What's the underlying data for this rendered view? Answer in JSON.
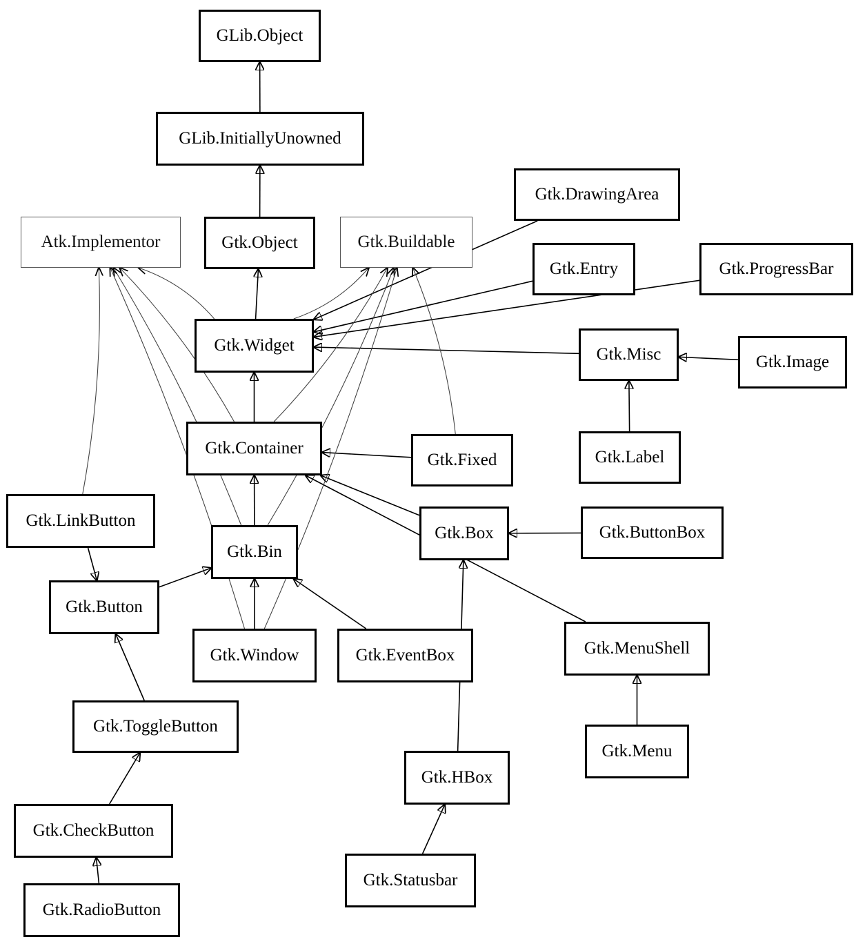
{
  "nodes": {
    "glib_object": "GLib.Object",
    "glib_initially_unowned": "GLib.InitiallyUnowned",
    "atk_implementor": "Atk.Implementor",
    "gtk_object": "Gtk.Object",
    "gtk_buildable": "Gtk.Buildable",
    "gtk_drawing_area": "Gtk.DrawingArea",
    "gtk_entry": "Gtk.Entry",
    "gtk_progress_bar": "Gtk.ProgressBar",
    "gtk_widget": "Gtk.Widget",
    "gtk_misc": "Gtk.Misc",
    "gtk_image": "Gtk.Image",
    "gtk_container": "Gtk.Container",
    "gtk_fixed": "Gtk.Fixed",
    "gtk_label": "Gtk.Label",
    "gtk_link_button": "Gtk.LinkButton",
    "gtk_bin": "Gtk.Bin",
    "gtk_box": "Gtk.Box",
    "gtk_button_box": "Gtk.ButtonBox",
    "gtk_button": "Gtk.Button",
    "gtk_window": "Gtk.Window",
    "gtk_event_box": "Gtk.EventBox",
    "gtk_menu_shell": "Gtk.MenuShell",
    "gtk_toggle_button": "Gtk.ToggleButton",
    "gtk_menu": "Gtk.Menu",
    "gtk_hbox": "Gtk.HBox",
    "gtk_check_button": "Gtk.CheckButton",
    "gtk_statusbar": "Gtk.Statusbar",
    "gtk_radio_button": "Gtk.RadioButton"
  },
  "interfaces": [
    "atk_implementor",
    "gtk_buildable"
  ],
  "edges": [
    {
      "from": "glib_initially_unowned",
      "to": "glib_object"
    },
    {
      "from": "gtk_object",
      "to": "glib_initially_unowned"
    },
    {
      "from": "gtk_widget",
      "to": "gtk_object"
    },
    {
      "from": "gtk_widget",
      "to": "atk_implementor"
    },
    {
      "from": "gtk_widget",
      "to": "gtk_buildable"
    },
    {
      "from": "gtk_drawing_area",
      "to": "gtk_widget"
    },
    {
      "from": "gtk_entry",
      "to": "gtk_widget"
    },
    {
      "from": "gtk_progress_bar",
      "to": "gtk_widget"
    },
    {
      "from": "gtk_misc",
      "to": "gtk_widget"
    },
    {
      "from": "gtk_image",
      "to": "gtk_misc"
    },
    {
      "from": "gtk_label",
      "to": "gtk_misc"
    },
    {
      "from": "gtk_container",
      "to": "gtk_widget"
    },
    {
      "from": "gtk_container",
      "to": "atk_implementor"
    },
    {
      "from": "gtk_container",
      "to": "gtk_buildable"
    },
    {
      "from": "gtk_fixed",
      "to": "gtk_container"
    },
    {
      "from": "gtk_fixed",
      "to": "gtk_buildable"
    },
    {
      "from": "gtk_bin",
      "to": "gtk_container"
    },
    {
      "from": "gtk_bin",
      "to": "atk_implementor"
    },
    {
      "from": "gtk_bin",
      "to": "gtk_buildable"
    },
    {
      "from": "gtk_box",
      "to": "gtk_container"
    },
    {
      "from": "gtk_button_box",
      "to": "gtk_box"
    },
    {
      "from": "gtk_menu_shell",
      "to": "gtk_container"
    },
    {
      "from": "gtk_menu",
      "to": "gtk_menu_shell"
    },
    {
      "from": "gtk_link_button",
      "to": "gtk_button"
    },
    {
      "from": "gtk_link_button",
      "to": "atk_implementor"
    },
    {
      "from": "gtk_button",
      "to": "gtk_bin"
    },
    {
      "from": "gtk_window",
      "to": "gtk_bin"
    },
    {
      "from": "gtk_window",
      "to": "atk_implementor"
    },
    {
      "from": "gtk_window",
      "to": "gtk_buildable"
    },
    {
      "from": "gtk_event_box",
      "to": "gtk_bin"
    },
    {
      "from": "gtk_toggle_button",
      "to": "gtk_button"
    },
    {
      "from": "gtk_check_button",
      "to": "gtk_toggle_button"
    },
    {
      "from": "gtk_radio_button",
      "to": "gtk_check_button"
    },
    {
      "from": "gtk_hbox",
      "to": "gtk_box"
    },
    {
      "from": "gtk_statusbar",
      "to": "gtk_hbox"
    }
  ]
}
